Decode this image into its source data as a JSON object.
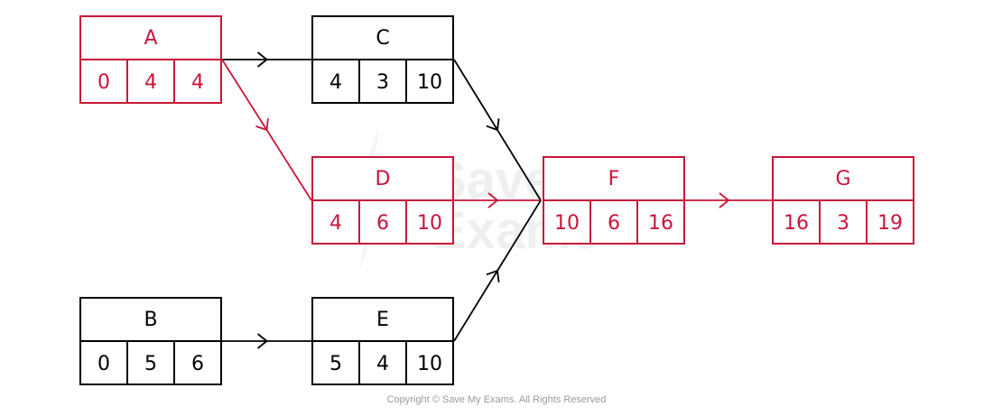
{
  "colors": {
    "critical": "#c8163a",
    "normal": "#000000"
  },
  "watermark": {
    "line1": "Save My",
    "line2": "Exams"
  },
  "copyright": "Copyright © Save My Exams. All Rights Reserved",
  "nodes": {
    "A": {
      "name": "A",
      "es": "0",
      "dur": "4",
      "ef": "4",
      "critical": true
    },
    "B": {
      "name": "B",
      "es": "0",
      "dur": "5",
      "ef": "6",
      "critical": false
    },
    "C": {
      "name": "C",
      "es": "4",
      "dur": "3",
      "ef": "10",
      "critical": false
    },
    "D": {
      "name": "D",
      "es": "4",
      "dur": "6",
      "ef": "10",
      "critical": true
    },
    "E": {
      "name": "E",
      "es": "5",
      "dur": "4",
      "ef": "10",
      "critical": false
    },
    "F": {
      "name": "F",
      "es": "10",
      "dur": "6",
      "ef": "16",
      "critical": true
    },
    "G": {
      "name": "G",
      "es": "16",
      "dur": "3",
      "ef": "19",
      "critical": true
    }
  },
  "edges": [
    {
      "from": "A",
      "to": "C",
      "critical": false
    },
    {
      "from": "A",
      "to": "D",
      "critical": true
    },
    {
      "from": "B",
      "to": "E",
      "critical": false
    },
    {
      "from": "C",
      "to": "F",
      "critical": false
    },
    {
      "from": "D",
      "to": "F",
      "critical": true
    },
    {
      "from": "E",
      "to": "F",
      "critical": false
    },
    {
      "from": "F",
      "to": "G",
      "critical": true
    }
  ]
}
